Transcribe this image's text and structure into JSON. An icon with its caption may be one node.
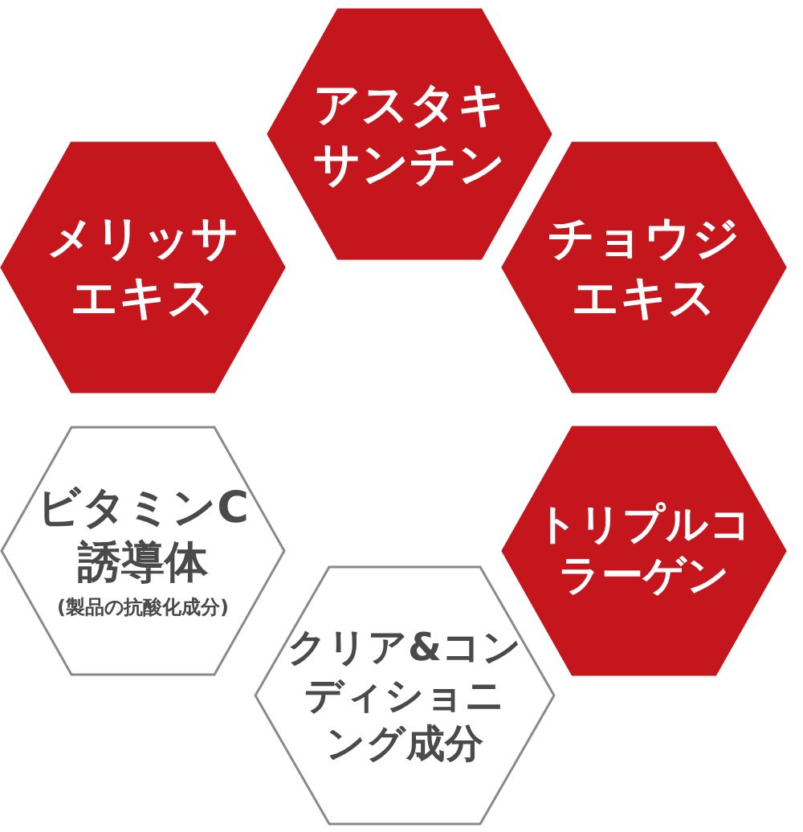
{
  "diagram": {
    "nodes": [
      {
        "text": [
          "アスタキサンチン"
        ]
      },
      {
        "text": [
          "メリッサエキス"
        ]
      },
      {
        "text": [
          "チョウジエキス"
        ]
      },
      {
        "text": [
          "ビタミンC誘導体",
          "(製品の抗酸化成分)"
        ]
      },
      {
        "text": [
          "トリプルコラーゲン"
        ]
      },
      {
        "text": [
          "クリア&コンディショニング成分"
        ]
      }
    ]
  }
}
